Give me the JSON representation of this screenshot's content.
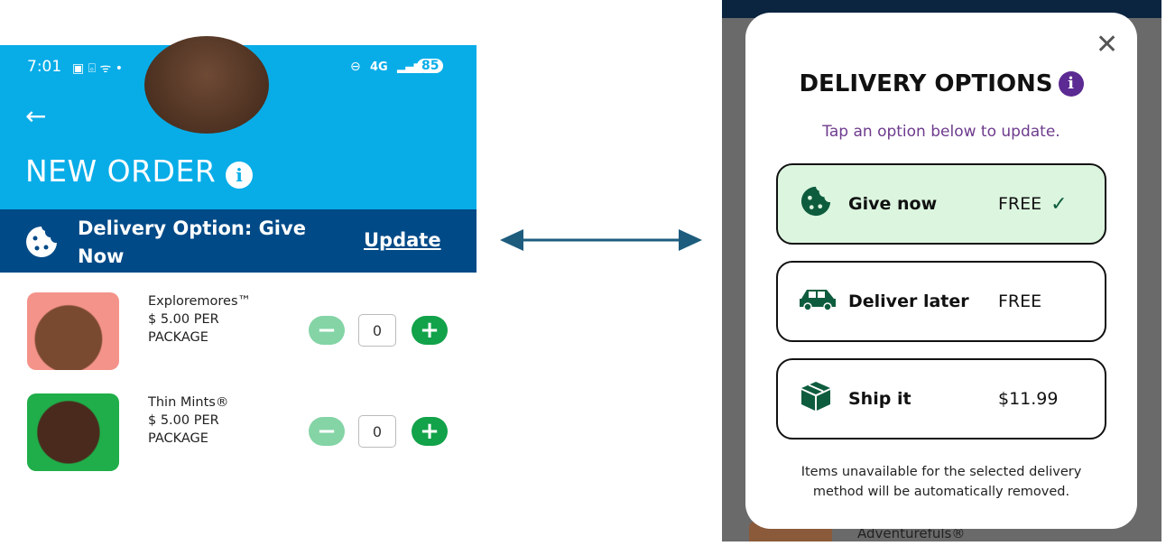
{
  "status_bar": {
    "time": "7:01",
    "network": "4G",
    "battery": "85"
  },
  "header": {
    "title": "NEW ORDER",
    "info_icon": "i"
  },
  "delivery_band": {
    "text": "Delivery Option: Give Now",
    "update_label": "Update"
  },
  "products": [
    {
      "name": "Exploremores™",
      "price": "$ 5.00 PER PACKAGE",
      "qty": "0",
      "thumb_color": "#f4938a"
    },
    {
      "name": "Thin Mints®",
      "price": "$ 5.00 PER PACKAGE",
      "qty": "0",
      "thumb_color": "#1fae4a"
    }
  ],
  "modal": {
    "title": "DELIVERY OPTIONS",
    "info_icon": "i",
    "subtitle": "Tap an option below to update.",
    "options": [
      {
        "label": "Give now",
        "price": "FREE",
        "selected": true,
        "icon": "cookie-icon"
      },
      {
        "label": "Deliver later",
        "price": "FREE",
        "selected": false,
        "icon": "car-icon"
      },
      {
        "label": "Ship it",
        "price": "$11.99",
        "selected": false,
        "icon": "box-icon"
      }
    ],
    "footer": "Items unavailable for the selected delivery method will be automatically removed."
  },
  "background_item": "Adventurefuls®",
  "colors": {
    "header": "#08ade8",
    "band": "#004a87",
    "selected": "#dcf5df",
    "accent_purple": "#5b2a92",
    "plus": "#12a24a"
  }
}
